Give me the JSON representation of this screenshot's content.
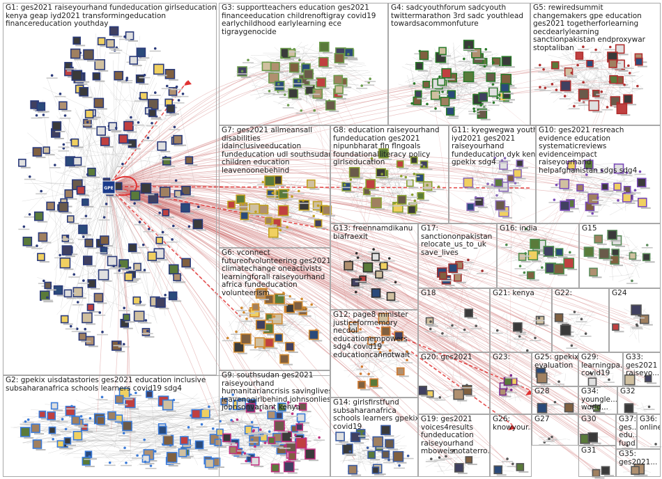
{
  "graph": {
    "groups": [
      {
        "id": "G1",
        "label": "G1: ges2021 raiseyourhand fundeducation girlseducation\nkenya geap iyd2021 transformingeducation\nfinancereducation youthday"
      },
      {
        "id": "G2",
        "label": "G2: gpekix uisdatastories ges2021 education inclusive\nsubsaharanafrica schools learners covid19 sdg4"
      },
      {
        "id": "G3",
        "label": "G3: supportteachers education ges2021\nfinanceeducation childrenoftigray covid19\nearlychildhood earlylearning ece\ntigraygenocide"
      },
      {
        "id": "G4",
        "label": "G4: sadcyouthforum sadcyouth\ntwittermarathon 3rd sadc youthlead\ntowardsacommonfuture"
      },
      {
        "id": "G5",
        "label": "G5: rewiredsummit\nchangemakers gpe education\nges2021 togetherforlearning\noecdearlylearning\nsanctionpakistan endproxywar\nstoptaliban"
      },
      {
        "id": "G6",
        "label": "G6: vconnect\nfutureofvolunteering ges2021\nclimatechange oneactivists\nlearningforall raiseyourhand\nafrica fundeducation\nvolunteerism"
      },
      {
        "id": "G7",
        "label": "G7: ges2021 allmeansall\ndisabilities\nidainclusiveeducation\nfundeducation udl southsudan\nchildren education\nleavenoonebehind"
      },
      {
        "id": "G8",
        "label": "G8: education raiseyourhand\nfundeducation ges2021\nnipunbharat fln flngoals\nfoundationalliteracy policy\ngirlseducation"
      },
      {
        "id": "G9",
        "label": "G9: southsudan ges2021\nraiseyourhand\nhumanitariancrisis savinglives\nleavenogirlbehind johnsonlies\njohnsonvariant kenya"
      },
      {
        "id": "G10",
        "label": "G10: ges2021 resreach\nevidence education\nsystematicreviews\nevidenceimpact\nraiseyourhand\nhelpafghanistan sdgs sdg4"
      },
      {
        "id": "G11",
        "label": "G11: kyegwegwa youthday\niyd2021 ges2021\nraiseyourhand\nfundeducation dyk kenya\ngpekix sdg4"
      },
      {
        "id": "G12",
        "label": "G12: page8 minister\njusticeformemory\nnecdol\neducationempowers\nsdg4 covid19\neducationcannotwait"
      },
      {
        "id": "G13",
        "label": "G13: freennamdikanu\nbiafraexit"
      },
      {
        "id": "G14",
        "label": "G14: girlsfirstfund\nsubsaharanafrica\nschools learners gpekix\ncovid19"
      },
      {
        "id": "G15",
        "label": "G15"
      },
      {
        "id": "G16",
        "label": "G16: india"
      },
      {
        "id": "G17",
        "label": "G17:\nsanctiononpakistan\nrelocate_us_to_uk\nsave_lives"
      },
      {
        "id": "G18",
        "label": "G18"
      },
      {
        "id": "G19",
        "label": "G19: ges2021\nvoices4results\nfundeducation\nraiseyourhand\nmboweisnotaterro..."
      },
      {
        "id": "G20",
        "label": "G20: ges2021"
      },
      {
        "id": "G21",
        "label": "G21: kenya"
      },
      {
        "id": "G22",
        "label": "G22:"
      },
      {
        "id": "G23",
        "label": "G23:"
      },
      {
        "id": "G24",
        "label": "G24"
      },
      {
        "id": "G25",
        "label": "G25: gpekix\nevaluation"
      },
      {
        "id": "G26",
        "label": "G26:\nknowyour..."
      },
      {
        "id": "G27",
        "label": "G27"
      },
      {
        "id": "G28",
        "label": "G28"
      },
      {
        "id": "G29",
        "label": "G29:\nlearningpa...\ncovid19"
      },
      {
        "id": "G30",
        "label": "G30"
      },
      {
        "id": "G31",
        "label": "G31"
      },
      {
        "id": "G32",
        "label": "G32"
      },
      {
        "id": "G33",
        "label": "G33:\nges2021\nraiseyo..."
      },
      {
        "id": "G34",
        "label": "G34:\nyoungle...\nworld..."
      },
      {
        "id": "G35",
        "label": "G35:\nges2021..."
      },
      {
        "id": "G36",
        "label": "G36:\nonline..."
      },
      {
        "id": "G37",
        "label": "G37:\nges...\nedu...\nfund..."
      }
    ],
    "hub_node_label": "GPE",
    "colors": {
      "edge_intra": "#9a9a9a",
      "edge_inter": "#d07a7a",
      "edge_highlight": "#e03030",
      "group_border": "#a8a8a8",
      "node_dark": "#1a2a5a",
      "G1": "#2a3a7a",
      "G2": "#3a7ad8",
      "G3": "#6a9a4a",
      "G4": "#2a7a2a",
      "G5": "#b03030",
      "G6": "#d08a30",
      "G7": "#c0a020",
      "G8": "#8aa030",
      "G9": "#c03080",
      "G10": "#7a4ab8",
      "G11": "#8a6ab8",
      "G12": "#d07a30",
      "G13": "#303030",
      "G14": "#3a5aa0",
      "G15": "#5a8a5a",
      "G16": "#4a8a4a",
      "G17": "#a03030",
      "G23": "#7a2a8a"
    }
  }
}
